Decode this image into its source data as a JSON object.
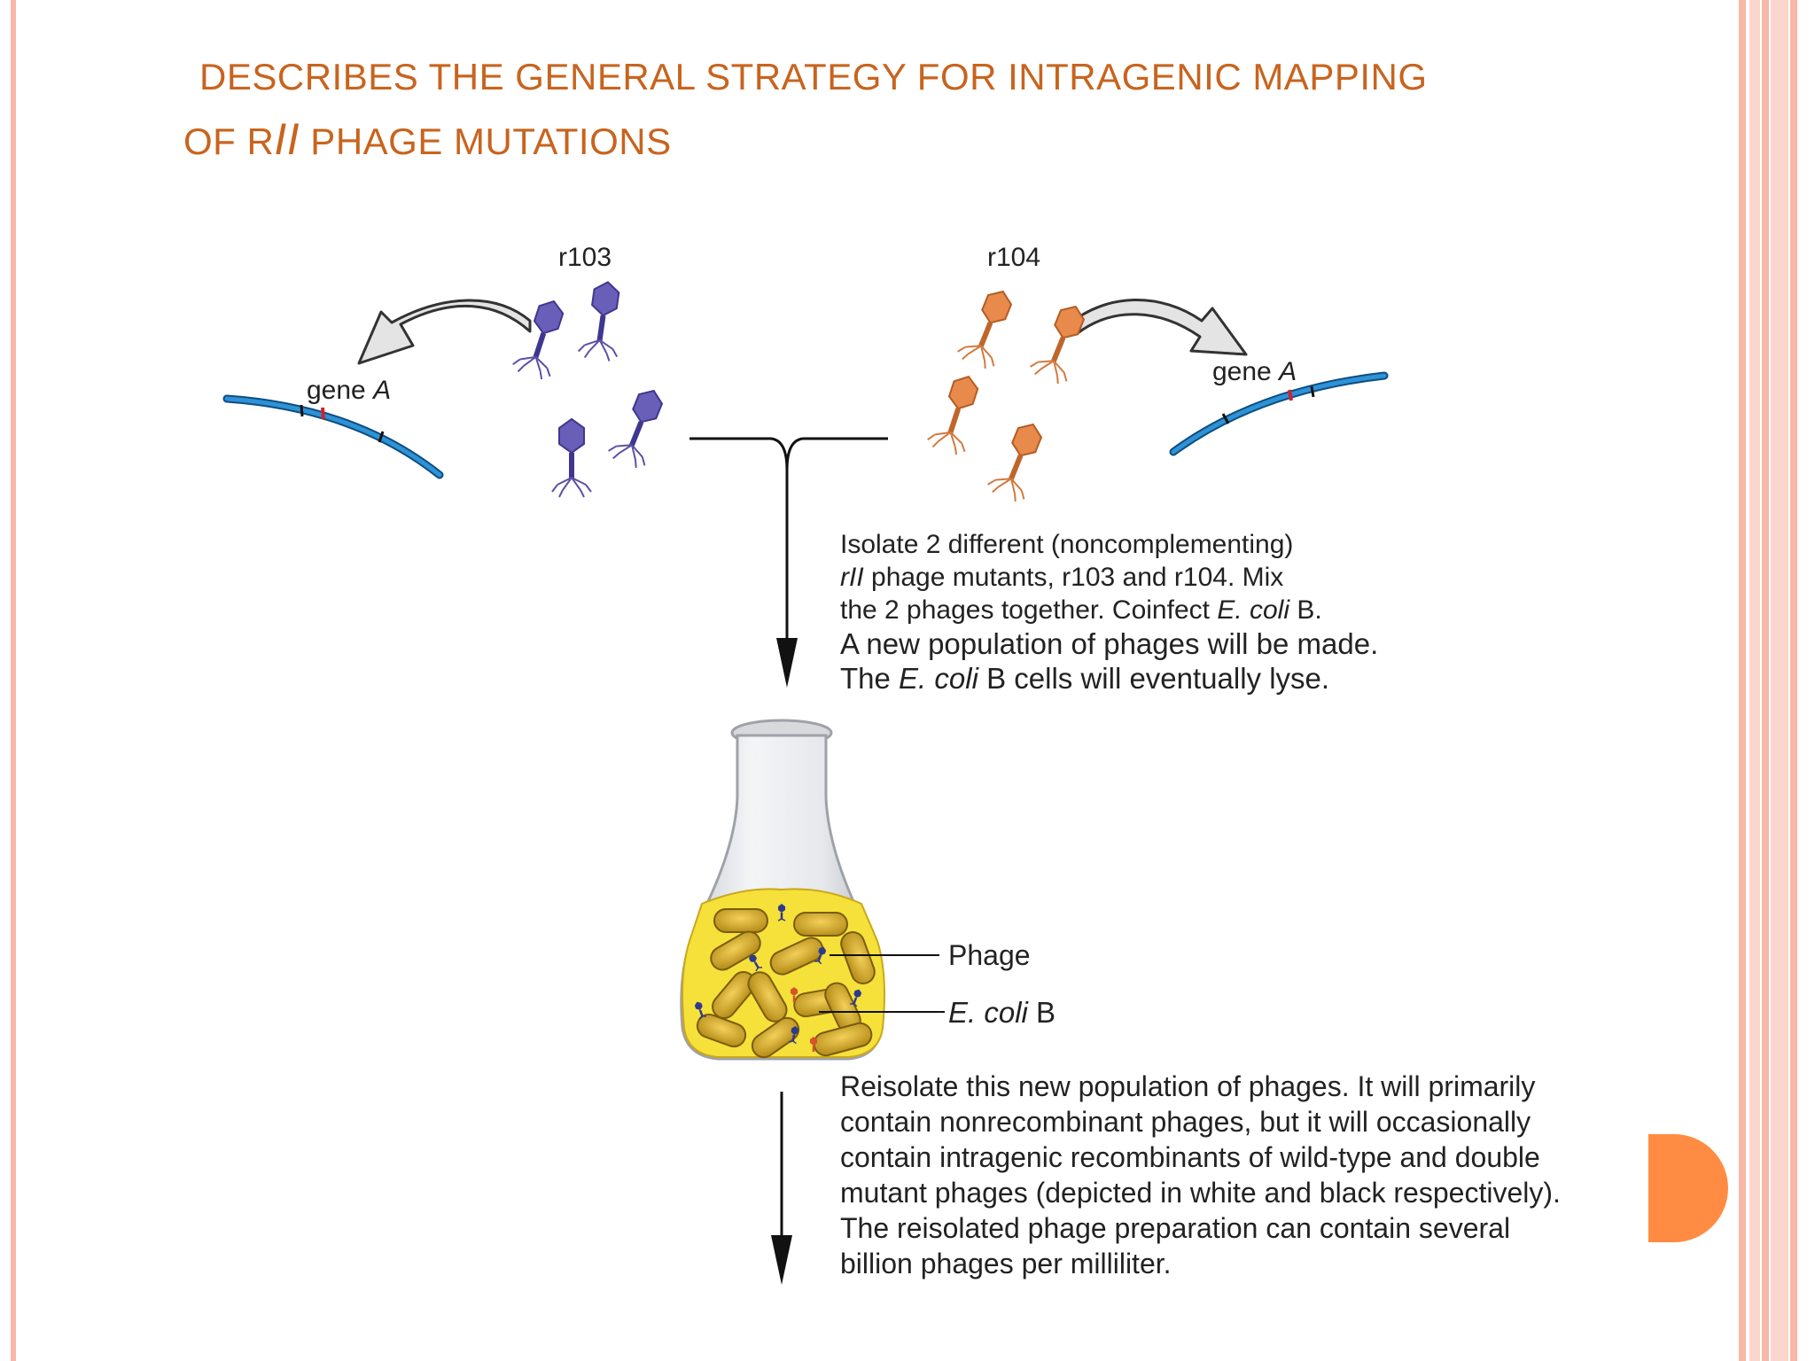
{
  "slide": {
    "title_prefix": "DESCRIBES THE GENERAL STRATEGY FOR INTRAGENIC MAPPING",
    "title_of": "OF ",
    "title_r": "R",
    "title_ii": "II",
    "title_suffix": " PHAGE MUTATIONS"
  },
  "diagram": {
    "mutant_left": "r103",
    "mutant_right": "r104",
    "gene_left_prefix": "gene ",
    "gene_left_italic": "A",
    "gene_right_prefix": "gene ",
    "gene_right_italic": "A",
    "step1_lines": [
      "Isolate 2 different (noncomplementing)",
      "rII",
      " phage mutants, r103 and r104. Mix",
      "the 2 phages together. Coinfect ",
      "E. coli",
      " B.",
      "A new population of phages will be made.",
      "The ",
      "E. coli",
      " B cells will eventually lyse."
    ],
    "flask_label_phage": "Phage",
    "flask_label_ecoli_italic": "E. coli",
    "flask_label_ecoli_suffix": " B",
    "step2_lines": [
      "Reisolate this new population of phages. It will primarily",
      "contain nonrecombinant phages, but it will occasionally",
      "contain intragenic recombinants of wild-type and double",
      "mutant phages (depicted in white and black respectively).",
      "The reisolated phage preparation can contain several",
      "billion phages per milliliter."
    ]
  },
  "colors": {
    "title": "#c8641e",
    "blue_phage": "#6a5fb8",
    "orange_phage": "#e88a4c",
    "gene_line": "#1f7fc0",
    "accent_dot": "#ff8c42",
    "stripe": "#f7b8a8"
  }
}
